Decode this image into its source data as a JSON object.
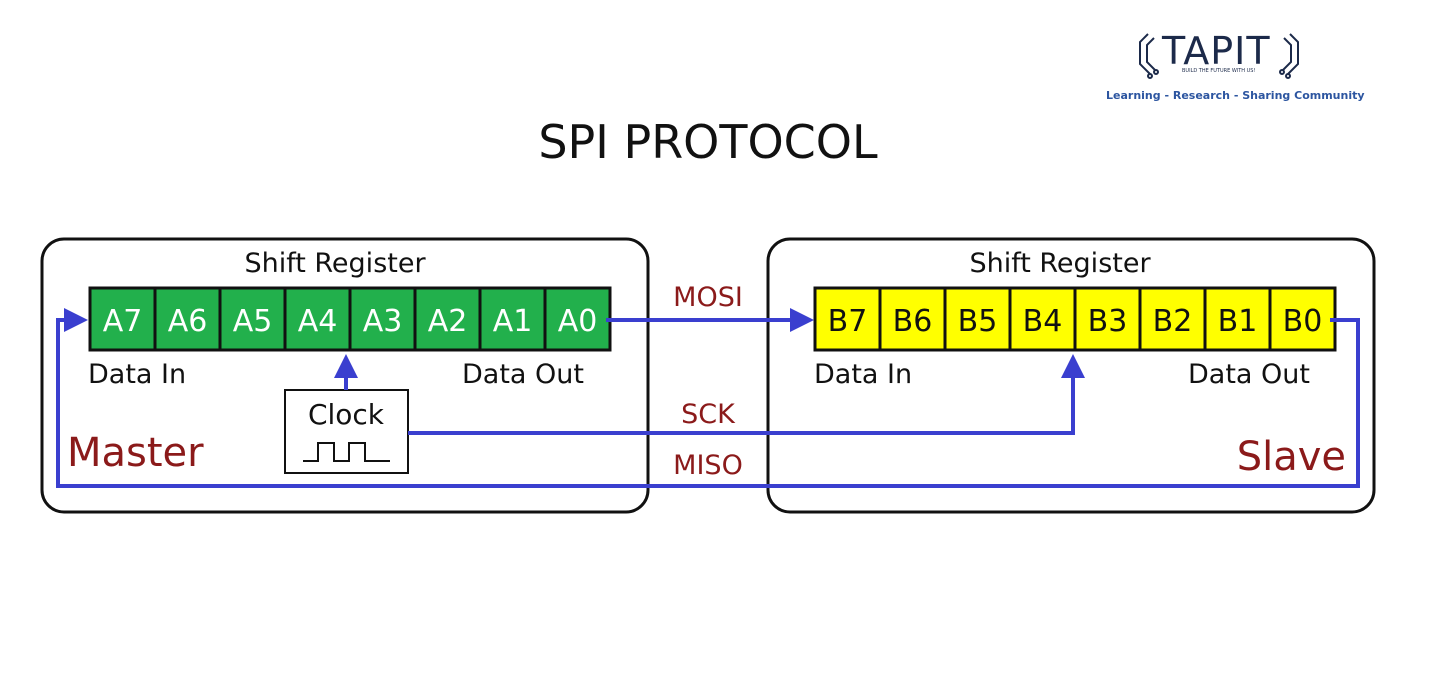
{
  "title": "SPI PROTOCOL",
  "logo": {
    "name": "TAPIT",
    "tagline_small": "BUILD THE FUTURE WITH US!",
    "tagline": "Learning - Research - Sharing Community"
  },
  "master": {
    "role_label": "Master",
    "register_title": "Shift Register",
    "cells": [
      "A7",
      "A6",
      "A5",
      "A4",
      "A3",
      "A2",
      "A1",
      "A0"
    ],
    "data_in": "Data In",
    "data_out": "Data Out",
    "clock_label": "Clock"
  },
  "slave": {
    "role_label": "Slave",
    "register_title": "Shift Register",
    "cells": [
      "B7",
      "B6",
      "B5",
      "B4",
      "B3",
      "B2",
      "B1",
      "B0"
    ],
    "data_in": "Data In",
    "data_out": "Data Out"
  },
  "signals": {
    "mosi": "MOSI",
    "sck": "SCK",
    "miso": "MISO"
  },
  "colors": {
    "master_cell": "#22b04c",
    "master_cell_text": "#ffffff",
    "slave_cell": "#ffff00",
    "slave_cell_text": "#111111",
    "wire": "#3a3fcf",
    "role_text": "#8b1a1a"
  }
}
